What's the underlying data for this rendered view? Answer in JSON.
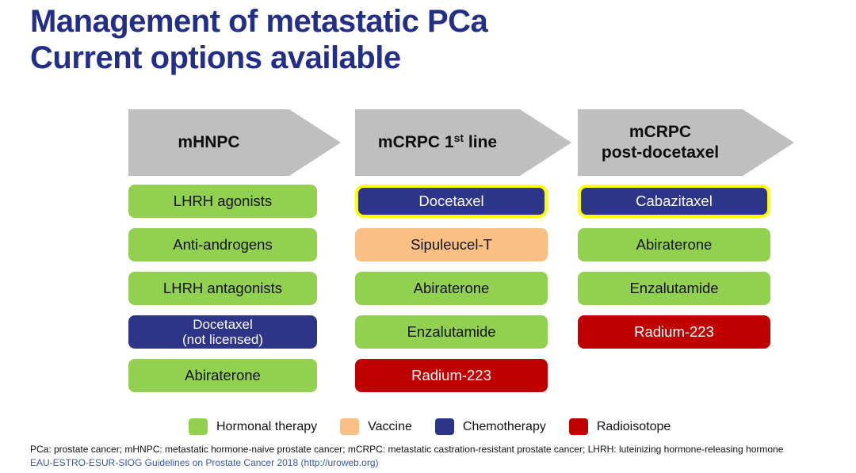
{
  "title": {
    "line1": "Management of metastatic PCa",
    "line2": "Current options available"
  },
  "columns": [
    {
      "header": {
        "line1": "mHNPC"
      },
      "boxes": [
        {
          "label": "LHRH agonists",
          "type": "green",
          "category": "Hormonal therapy"
        },
        {
          "label": "Anti-androgens",
          "type": "green",
          "category": "Hormonal therapy"
        },
        {
          "label": "LHRH antagonists",
          "type": "green",
          "category": "Hormonal therapy"
        },
        {
          "label": "Docetaxel",
          "sublabel": "(not licensed)",
          "type": "navy",
          "category": "Chemotherapy"
        },
        {
          "label": "Abiraterone",
          "type": "green",
          "category": "Hormonal therapy"
        }
      ]
    },
    {
      "header": {
        "pre": "mCRPC 1",
        "sup": "st",
        "post": " line"
      },
      "boxes": [
        {
          "label": "Docetaxel",
          "type": "navy-highlight",
          "category": "Chemotherapy"
        },
        {
          "label": "Sipuleucel-T",
          "type": "orange",
          "category": "Vaccine"
        },
        {
          "label": "Abiraterone",
          "type": "green",
          "category": "Hormonal therapy"
        },
        {
          "label": "Enzalutamide",
          "type": "green",
          "category": "Hormonal therapy"
        },
        {
          "label": "Radium-223",
          "type": "red",
          "category": "Radioisotope"
        }
      ]
    },
    {
      "header": {
        "line1": "mCRPC",
        "line2": "post-docetaxel"
      },
      "boxes": [
        {
          "label": "Cabazitaxel",
          "type": "navy-highlight",
          "category": "Chemotherapy"
        },
        {
          "label": "Abiraterone",
          "type": "green",
          "category": "Hormonal therapy"
        },
        {
          "label": "Enzalutamide",
          "type": "green",
          "category": "Hormonal therapy"
        },
        {
          "label": "Radium-223",
          "type": "red",
          "category": "Radioisotope"
        }
      ]
    }
  ],
  "legend": [
    {
      "label": "Hormonal therapy",
      "color": "#92D050"
    },
    {
      "label": "Vaccine",
      "color": "#FAC083"
    },
    {
      "label": "Chemotherapy",
      "color": "#2D3589"
    },
    {
      "label": "Radioisotope",
      "color": "#C00000"
    }
  ],
  "footer": {
    "abbreviations": "PCa: prostate cancer; mHNPC: metastatic hormone-naive prostate cancer; mCRPC: metastatic castration-resistant prostate cancer; LHRH: luteinizing hormone-releasing hormone",
    "reference": "EAU-ESTRO-ESUR-SIOG Guidelines on Prostate Cancer 2018 (http://uroweb.org)"
  },
  "colors": {
    "title_text": "#232E87",
    "arrow_fill": "#BFBFBF",
    "hormonal_green": "#92D050",
    "vaccine_orange": "#FAC083",
    "chemotherapy_navy": "#2D3589",
    "radioisotope_red": "#C00000",
    "highlight_border": "#FFFF00",
    "reference_blue": "#3A57A7"
  }
}
